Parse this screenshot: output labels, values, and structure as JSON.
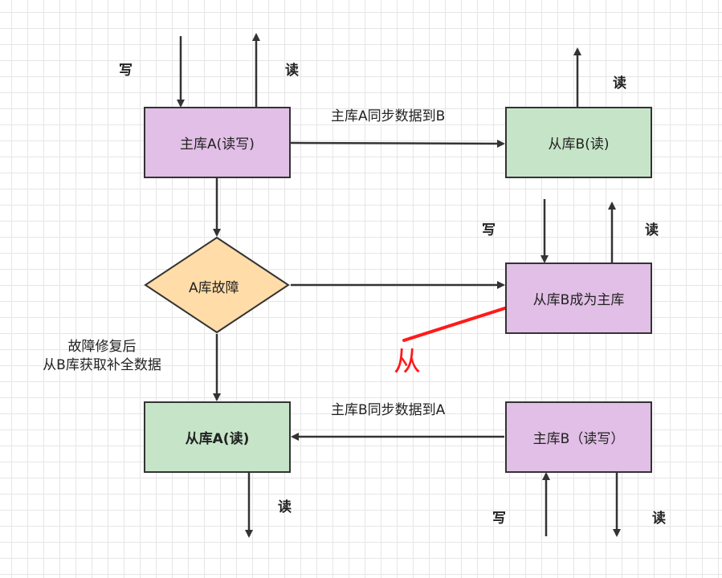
{
  "nodes": {
    "master_a": "主库A(读写)",
    "slave_b": "从库B(读)",
    "fault_a": "A库故障",
    "b_promoted": "从库B成为主库",
    "slave_a": "从库A(读)",
    "master_b": "主库B（读写）"
  },
  "edges": {
    "sync_a_to_b": "主库A同步数据到B",
    "sync_b_to_a": "主库B同步数据到A"
  },
  "io": {
    "write": "写",
    "read": "读"
  },
  "note": {
    "line1": "故障修复后",
    "line2": "从B库获取补全数据"
  },
  "annotation": {
    "handwritten": "从",
    "color": "#ff1a1a"
  },
  "colors": {
    "primary_fill": "#e1bfe6",
    "replica_fill": "#c6e5c8",
    "decision_fill": "#ffdca8",
    "stroke": "#333333"
  }
}
